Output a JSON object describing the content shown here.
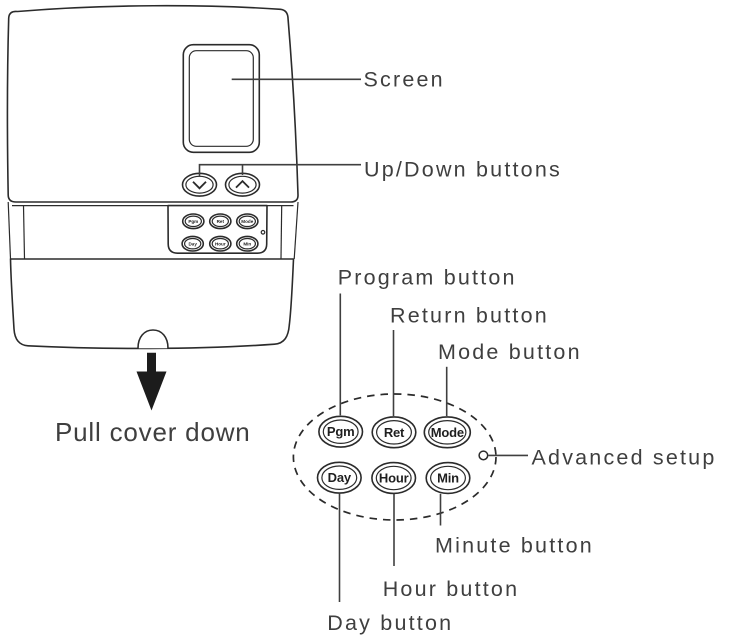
{
  "labels": {
    "screen": "Screen",
    "up_down_buttons": "Up/Down buttons",
    "pull_cover_down": "Pull cover down",
    "program_button": "Program button",
    "return_button": "Return button",
    "mode_button": "Mode button",
    "advanced_setup": "Advanced setup",
    "minute_button": "Minute button",
    "hour_button": "Hour button",
    "day_button": "Day button"
  },
  "device_buttons": {
    "pgm": "Pgm",
    "ret": "Ret",
    "mode": "Mode",
    "day": "Day",
    "hour": "Hour",
    "min": "Min"
  },
  "colors": {
    "line": "#2b2b2b",
    "text": "#3f3f3f",
    "arrow_fill": "#1c1c1c",
    "background": "#ffffff"
  }
}
